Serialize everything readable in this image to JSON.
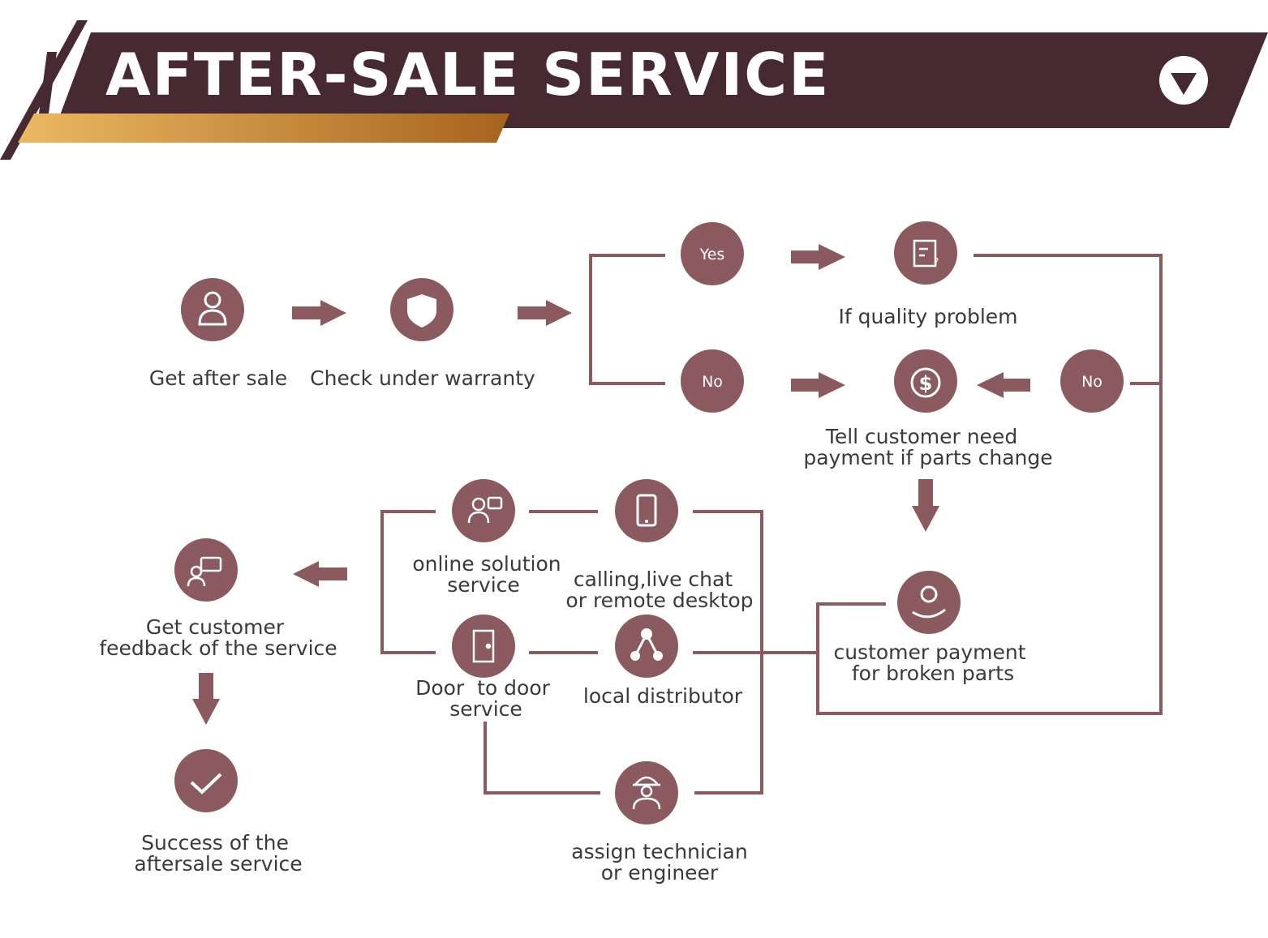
{
  "title": "AFTER-SALE SERVICE",
  "colors": {
    "banner": "#472a31",
    "accent_gold_start": "#e9b35f",
    "accent_gold_end": "#a8661f",
    "node": "#8a5a5f",
    "line": "#8a5a5f",
    "text": "#3a3a3a"
  },
  "decisions": {
    "yes": "Yes",
    "no_left": "No",
    "no_right": "No"
  },
  "labels": {
    "get_after_sale": "Get after sale",
    "check_warranty": "Check under warranty",
    "quality_problem": "If quality problem",
    "tell_customer_1": "Tell customer need",
    "tell_customer_2": "payment if parts change",
    "customer_payment_1": "customer payment",
    "customer_payment_2": "for broken parts",
    "online_solution_1": "online solution",
    "online_solution_2": "service",
    "calling_1": "calling,live chat",
    "calling_2": "or remote desktop",
    "door_to_door_1": "Door  to door",
    "door_to_door_2": "service",
    "local_distributor": "local distributor",
    "assign_technician_1": "assign technician",
    "assign_technician_2": "or engineer",
    "feedback_1": "Get customer",
    "feedback_2": "feedback of the service",
    "success_1": "Success of the",
    "success_2": "aftersale service"
  },
  "icons": {
    "header_toggle": "chevron-down-icon",
    "get_after_sale": "customer-service-person-icon",
    "check_warranty": "shield-icon",
    "quality_problem": "document-question-icon",
    "tell_customer": "dollar-coin-icon",
    "customer_payment": "hand-holding-coin-icon",
    "online_solution": "users-chat-icon",
    "calling": "smartphone-icon",
    "door_to_door": "door-icon",
    "local_distributor": "network-nodes-icon",
    "assign_technician": "engineer-helmet-icon",
    "feedback": "feedback-chat-icon",
    "success": "checkmark-icon"
  }
}
